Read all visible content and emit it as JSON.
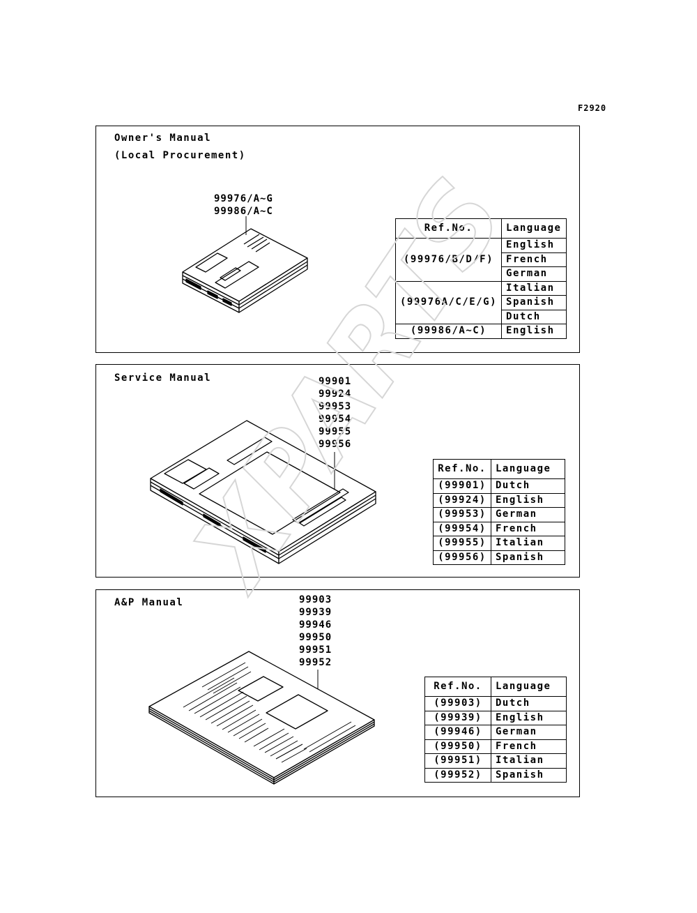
{
  "figure_code": "F2920",
  "owners": {
    "title_line1": "Owner's Manual",
    "title_line2": "(Local Procurement)",
    "callouts": [
      "99976/A~G",
      "99986/A~C"
    ],
    "table": {
      "ref_header": "Ref.No.",
      "lang_header": "Language",
      "groups": [
        {
          "ref": "(99976/B/D/F)",
          "languages": [
            "English",
            "French",
            "German"
          ]
        },
        {
          "ref": "(99976A/C/E/G)",
          "languages": [
            "Italian",
            "Spanish",
            "Dutch"
          ]
        },
        {
          "ref": "(99986/A~C)",
          "languages": [
            "English"
          ]
        }
      ]
    }
  },
  "service": {
    "title": "Service Manual",
    "callouts": [
      "99901",
      "99924",
      "99953",
      "99954",
      "99955",
      "99956"
    ],
    "table": {
      "ref_header": "Ref.No.",
      "lang_header": "Language",
      "rows": [
        {
          "ref": "(99901)",
          "language": "Dutch"
        },
        {
          "ref": "(99924)",
          "language": "English"
        },
        {
          "ref": "(99953)",
          "language": "German"
        },
        {
          "ref": "(99954)",
          "language": "French"
        },
        {
          "ref": "(99955)",
          "language": "Italian"
        },
        {
          "ref": "(99956)",
          "language": "Spanish"
        }
      ]
    }
  },
  "ap": {
    "title": "A&P Manual",
    "callouts": [
      "99903",
      "99939",
      "99946",
      "99950",
      "99951",
      "99952"
    ],
    "table": {
      "ref_header": "Ref.No.",
      "lang_header": "Language",
      "rows": [
        {
          "ref": "(99903)",
          "language": "Dutch"
        },
        {
          "ref": "(99939)",
          "language": "English"
        },
        {
          "ref": "(99946)",
          "language": "German"
        },
        {
          "ref": "(99950)",
          "language": "French"
        },
        {
          "ref": "(99951)",
          "language": "Italian"
        },
        {
          "ref": "(99952)",
          "language": "Spanish"
        }
      ]
    }
  },
  "watermark": "XPARTS"
}
